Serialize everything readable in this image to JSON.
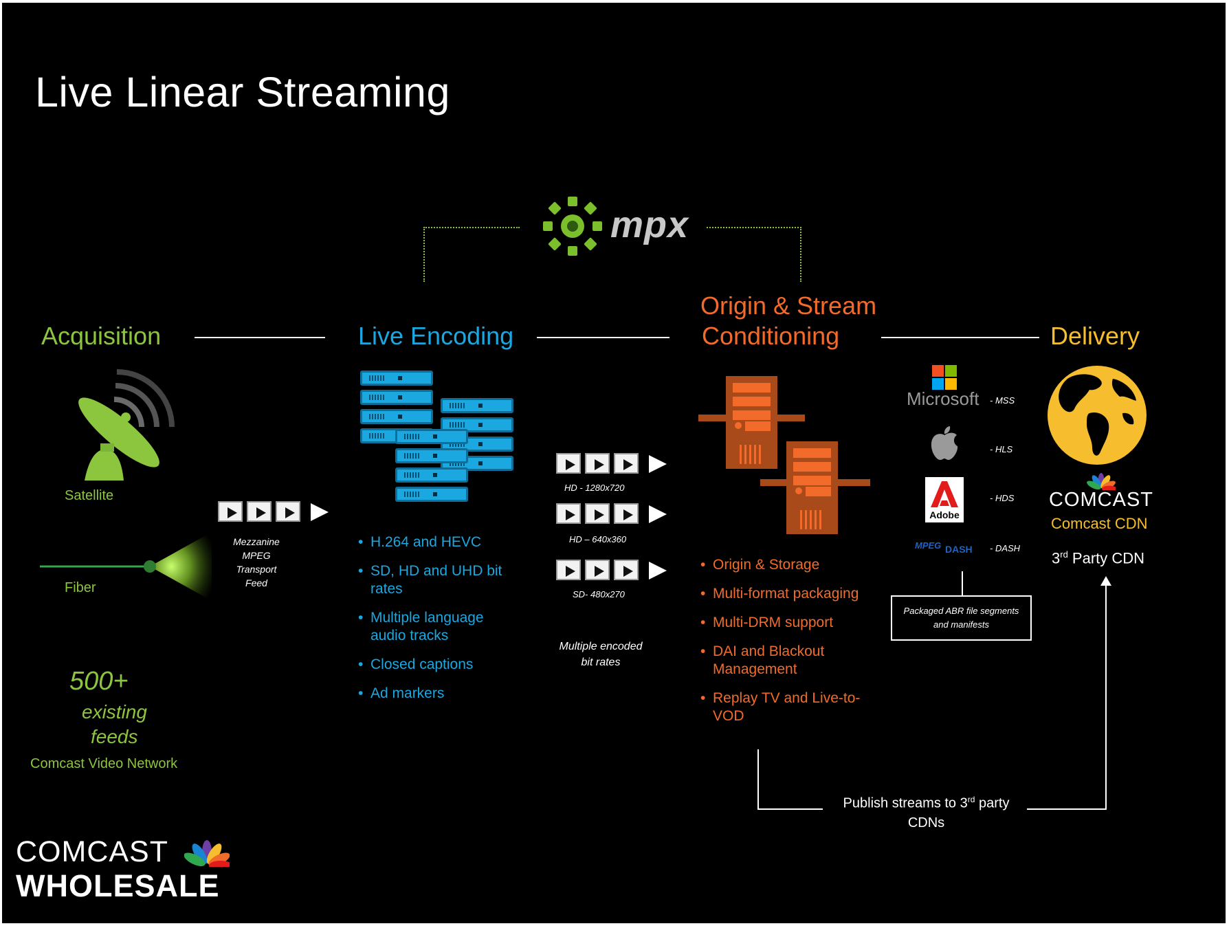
{
  "title": "Live Linear Streaming",
  "mpx_logo_text": "mpx",
  "acquisition": {
    "header": "Acquisition",
    "satellite_label": "Satellite",
    "fiber_label": "Fiber",
    "feed_count": "500+",
    "feed_line1": "existing",
    "feed_line2": "feeds",
    "network": "Comcast Video Network",
    "mezzanine_lines": [
      "Mezzanine",
      "MPEG",
      "Transport",
      "Feed"
    ]
  },
  "encoding": {
    "header": "Live Encoding",
    "bullets": [
      "H.264 and HEVC",
      "SD, HD and UHD bit rates",
      "Multiple language audio tracks",
      "Closed captions",
      "Ad markers"
    ],
    "renditions": [
      "HD - 1280x720",
      "HD – 640x360",
      "SD- 480x270"
    ],
    "bitrates_note": [
      "Multiple encoded",
      "bit rates"
    ]
  },
  "origin": {
    "header_line1": "Origin & Stream",
    "header_line2": "Conditioning",
    "bullets": [
      "Origin & Storage",
      "Multi-format packaging",
      "Multi-DRM support",
      "DAI and Blackout Management",
      "Replay TV and Live-to-VOD"
    ]
  },
  "formats": [
    {
      "vendor": "Microsoft",
      "protocol": "- MSS"
    },
    {
      "vendor": "Apple",
      "protocol": "- HLS"
    },
    {
      "vendor": "Adobe",
      "protocol": "- HDS"
    },
    {
      "vendor": "MPEG DASH",
      "protocol": "- DASH"
    }
  ],
  "mpeg_text": "MPEG",
  "dash_text": "DASH",
  "packaged_note": [
    "Packaged  ABR file segments",
    "and  manifests"
  ],
  "delivery": {
    "header": "Delivery",
    "brand": "COMCAST",
    "cdn": "Comcast CDN",
    "third_party_pre": "3",
    "third_party_sup": "rd",
    "third_party_post": " Party CDN"
  },
  "publish": {
    "pre": "Publish streams to 3",
    "sup": "rd",
    "post": " party",
    "line2": "CDNs"
  },
  "footer": {
    "line1": "COMCAST",
    "line2": "WHOLESALE"
  },
  "colors": {
    "acquisition": "#8cc63f",
    "encoding": "#1ba7e0",
    "origin": "#f26b2a",
    "delivery": "#f6bd2e"
  }
}
